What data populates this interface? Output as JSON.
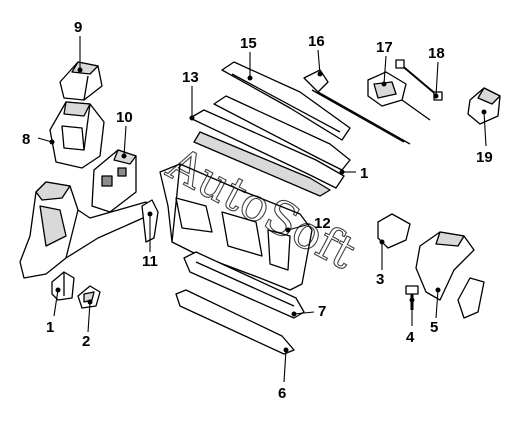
{
  "watermark": "AutoSoft",
  "callouts": [
    {
      "id": "c1a",
      "label": "1"
    },
    {
      "id": "c1b",
      "label": "1"
    },
    {
      "id": "c2",
      "label": "2"
    },
    {
      "id": "c3",
      "label": "3"
    },
    {
      "id": "c4",
      "label": "4"
    },
    {
      "id": "c5",
      "label": "5"
    },
    {
      "id": "c6",
      "label": "6"
    },
    {
      "id": "c7",
      "label": "7"
    },
    {
      "id": "c8",
      "label": "8"
    },
    {
      "id": "c9",
      "label": "9"
    },
    {
      "id": "c10",
      "label": "10"
    },
    {
      "id": "c11",
      "label": "11"
    },
    {
      "id": "c12",
      "label": "12"
    },
    {
      "id": "c13",
      "label": "13"
    },
    {
      "id": "c15",
      "label": "15"
    },
    {
      "id": "c16",
      "label": "16"
    },
    {
      "id": "c17",
      "label": "17"
    },
    {
      "id": "c18",
      "label": "18"
    },
    {
      "id": "c19",
      "label": "19"
    }
  ]
}
